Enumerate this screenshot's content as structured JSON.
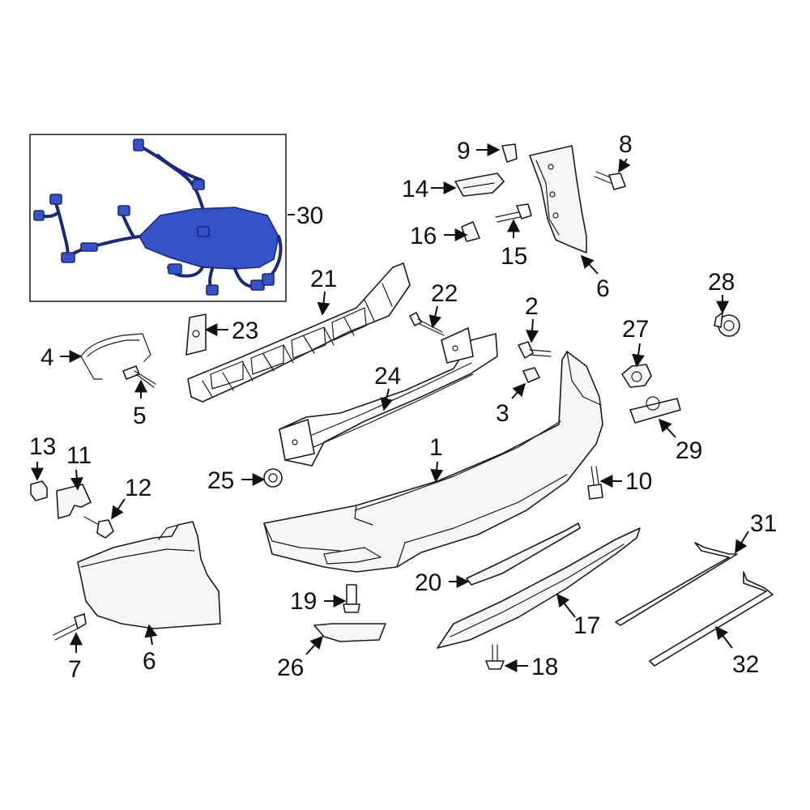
{
  "colors": {
    "harness_fill": "#3552c8",
    "harness_stroke": "#1a2a78",
    "line": "#1a1a1a"
  },
  "callouts": {
    "c1": "1",
    "c2": "2",
    "c3": "3",
    "c4": "4",
    "c5": "5",
    "c6a": "6",
    "c6b": "6",
    "c7": "7",
    "c8": "8",
    "c9": "9",
    "c10": "10",
    "c11": "11",
    "c12": "12",
    "c13": "13",
    "c14": "14",
    "c15": "15",
    "c16": "16",
    "c17": "17",
    "c18": "18",
    "c19": "19",
    "c20": "20",
    "c21": "21",
    "c22": "22",
    "c23": "23",
    "c24": "24",
    "c25": "25",
    "c26": "26",
    "c27": "27",
    "c28": "28",
    "c29": "29",
    "c30": "30",
    "c31": "31",
    "c32": "32"
  }
}
